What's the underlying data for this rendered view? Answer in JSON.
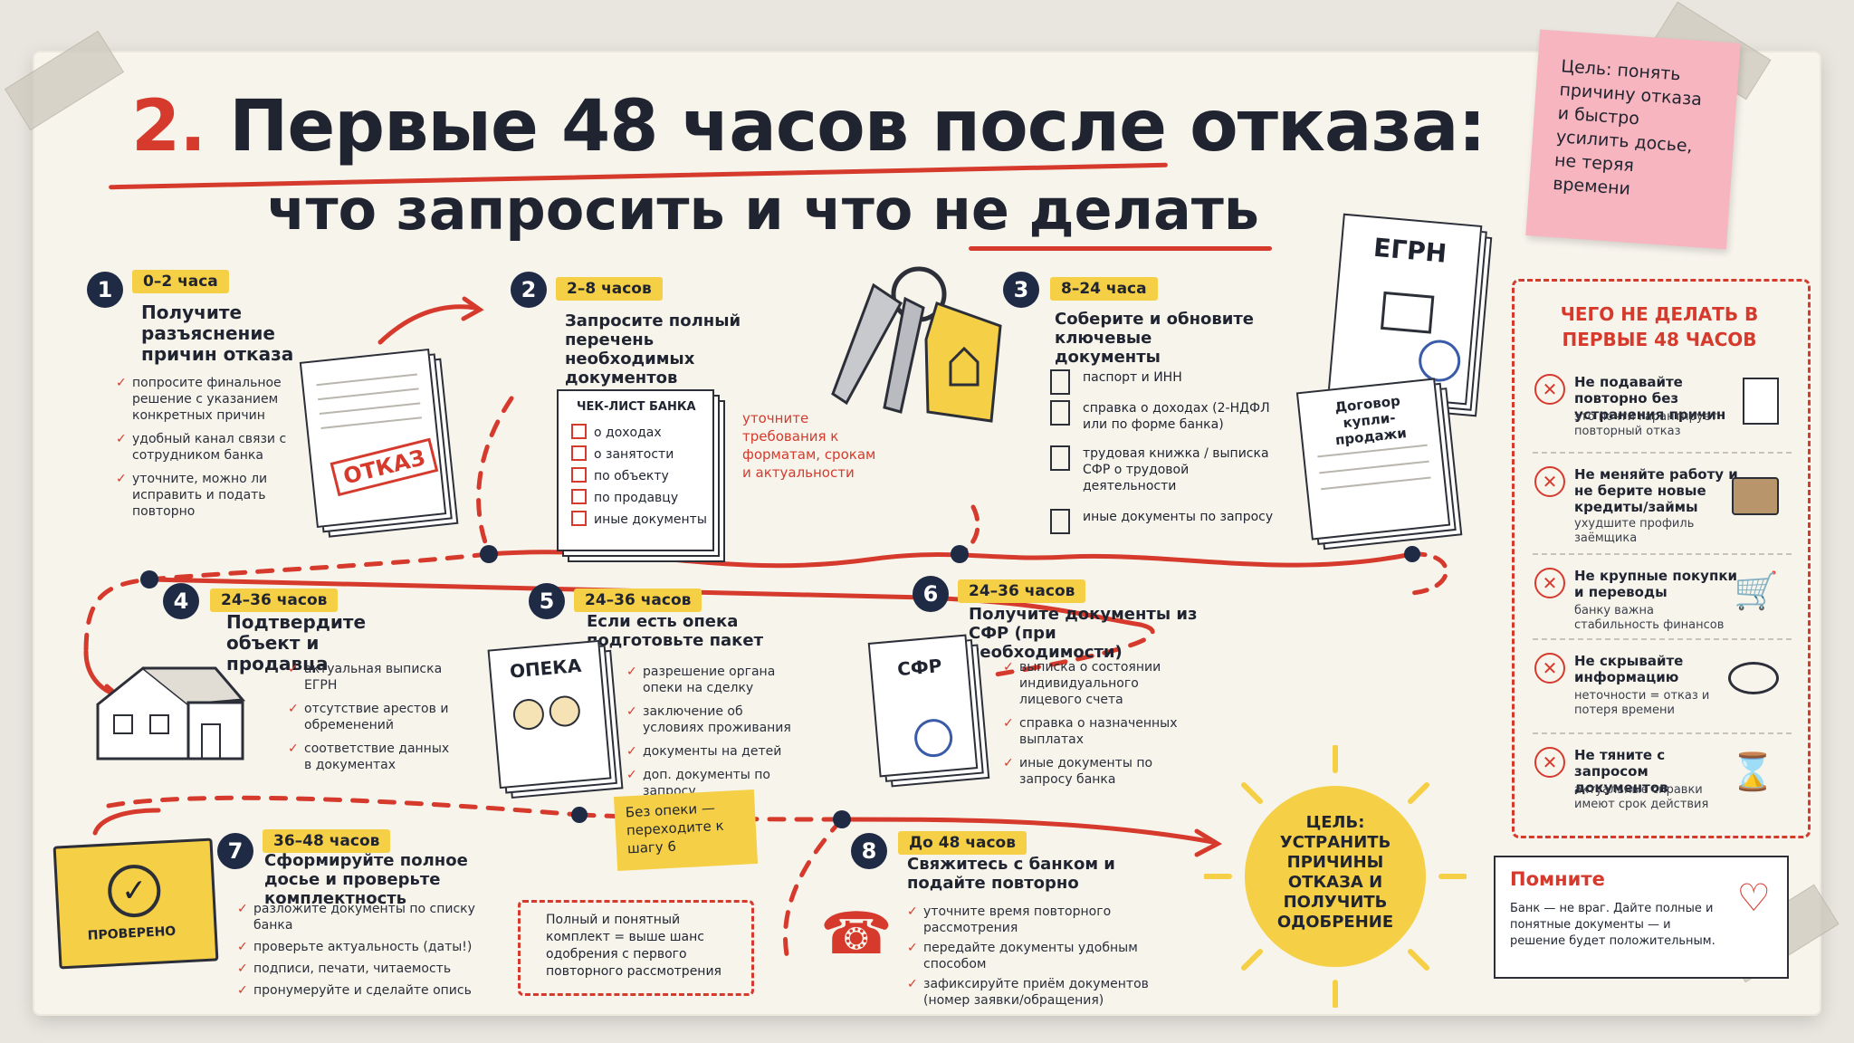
{
  "title": {
    "number": "2.",
    "line1": "Первые 48 часов после отказа:",
    "line2_part1": "что запросить и что",
    "line2_part2": "не делать"
  },
  "goal_note": "Цель: понять причину отказа и быстро усилить досье, не теряя времени",
  "steps": [
    {
      "n": "1",
      "time": "0–2 часа",
      "heading": "Получите разъяснение причин отказа",
      "bullets": [
        "попросите финальное решение с указанием конкретных причин",
        "удобный канал связи с сотрудником банка",
        "уточните, можно ли исправить и подать повторно"
      ],
      "doc_stamp": "ОТКАЗ"
    },
    {
      "n": "2",
      "time": "2–8 часов",
      "heading": "Запросите полный перечень необходимых документов",
      "checklist_title": "ЧЕК-ЛИСТ БАНКА",
      "checklist": [
        "о доходах",
        "о занятости",
        "по объекту",
        "по продавцу",
        "иные документы"
      ],
      "side_note": "уточните требования к форматам, срокам и актуальности"
    },
    {
      "n": "3",
      "time": "8–24 часа",
      "heading": "Соберите и обновите ключевые документы",
      "docs": [
        "паспорт и ИНН",
        "справка о доходах (2-НДФЛ или по форме банка)",
        "трудовая книжка / выписка СФР о трудовой деятельности",
        "иные документы по запросу"
      ],
      "egrn": "ЕГРН",
      "contract": "Договор купли-продажи"
    },
    {
      "n": "4",
      "time": "24–36 часов",
      "heading": "Подтвердите объект и продавца",
      "bullets": [
        "актуальная выписка ЕГРН",
        "отсутствие арестов и обременений",
        "соответствие данных в документах"
      ]
    },
    {
      "n": "5",
      "time": "24–36 часов",
      "heading": "Если есть опека подготовьте пакет",
      "bullets": [
        "разрешение органа опеки на сделку",
        "заключение об условиях проживания",
        "документы на детей",
        "доп. документы по запросу"
      ],
      "doc_label": "ОПЕКА"
    },
    {
      "n": "6",
      "time": "24–36 часов",
      "heading": "Получите документы из СФР (при необходимости)",
      "bullets": [
        "выписка о состоянии индивидуального лицевого счета",
        "справка о назначенных выплатах",
        "иные документы по запросу банка"
      ],
      "doc_label": "СФР"
    },
    {
      "n": "7",
      "time": "36–48 часов",
      "heading": "Сформируйте полное досье и проверьте комплектность",
      "bullets": [
        "разложите документы по списку банка",
        "проверьте актуальность (даты!)",
        "подписи, печати, читаемость",
        "пронумеруйте и сделайте опись"
      ],
      "folder_label": "ПРОВЕРЕНО"
    },
    {
      "n": "8",
      "time": "До 48 часов",
      "heading": "Свяжитесь с банком и подайте повторно",
      "bullets": [
        "уточните время повторного рассмотрения",
        "передайте документы удобным способом",
        "зафиксируйте приём документов (номер заявки/обращения)"
      ]
    }
  ],
  "skip_note": "Без опеки — переходите к шагу 6",
  "tip_box": "Полный и понятный комплект = выше шанс одобрения с первого повторного рассмотрения",
  "sun_goal": "ЦЕЛЬ: УСТРАНИТЬ ПРИЧИНЫ ОТКАЗА И ПОЛУЧИТЬ ОДОБРЕНИЕ",
  "donts": {
    "title": "ЧЕГО НЕ ДЕЛАТЬ В ПЕРВЫЕ 48 ЧАСОВ",
    "items": [
      {
        "title": "Не подавайте повторно без устранения причин",
        "sub": "это почти гарантирует повторный отказ",
        "icon": "document-reject-icon"
      },
      {
        "title": "Не меняйте работу и не берите новые кредиты/займы",
        "sub": "ухудшите профиль заёмщика",
        "icon": "briefcase-ruble-icon"
      },
      {
        "title": "Не крупные покупки и переводы",
        "sub": "банку важна стабильность финансов",
        "icon": "shopping-cart-icon"
      },
      {
        "title": "Не скрывайте информацию",
        "sub": "неточности = отказ и потеря времени",
        "icon": "crossed-eye-icon"
      },
      {
        "title": "Не тяните с запросом документов",
        "sub": "актуальные справки имеют срок действия",
        "icon": "hourglass-icon"
      }
    ]
  },
  "remember": {
    "title": "Помните",
    "text": "Банк — не враг. Дайте полные и понятные документы — и решение будет положительным."
  },
  "colors": {
    "red": "#d63a2c",
    "yellow": "#f5cf45",
    "navy": "#1f2a44",
    "pink": "#f7b5bf"
  }
}
